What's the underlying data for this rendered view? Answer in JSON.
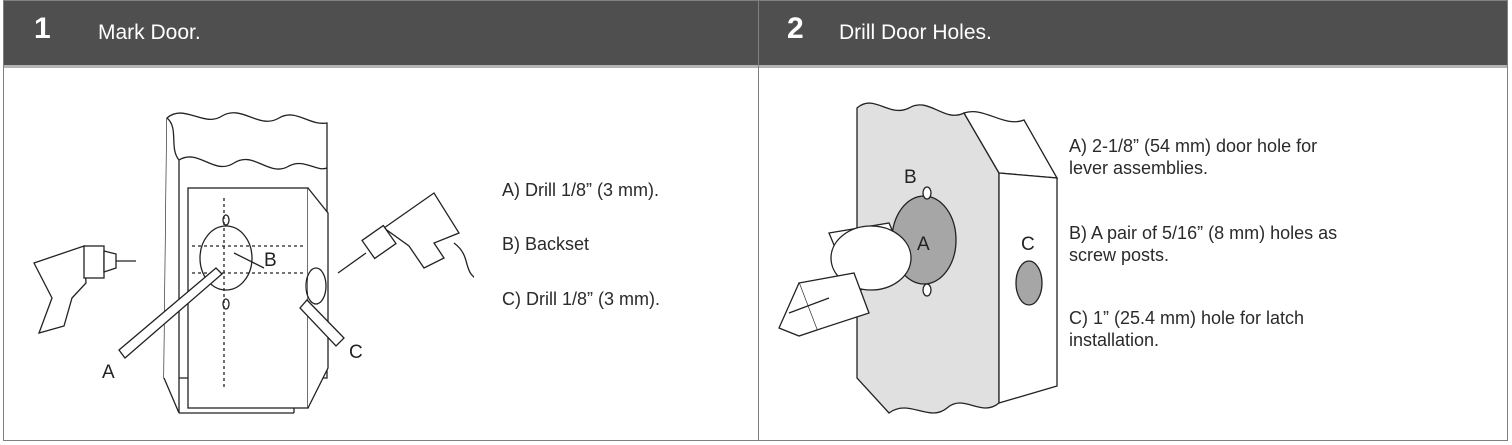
{
  "steps": [
    {
      "number": "1",
      "title": "Mark Door.",
      "illustration_labels": {
        "a": "A",
        "b": "B",
        "c": "C"
      },
      "instructions": [
        "A) Drill 1/8” (3 mm).",
        "B) Backset",
        "C) Drill 1/8” (3 mm)."
      ]
    },
    {
      "number": "2",
      "title": "Drill Door Holes.",
      "illustration_labels": {
        "a": "A",
        "b": "B",
        "c": "C"
      },
      "instructions": [
        {
          "line1": "A) 2-1/8” (54 mm) door hole for",
          "line2": "lever assemblies."
        },
        {
          "line1": "B) A pair of 5/16” (8 mm) holes as",
          "line2": "screw posts."
        },
        {
          "line1": "C) 1” (25.4 mm) hole for latch",
          "line2": "installation."
        }
      ]
    }
  ],
  "colors": {
    "header_bg": "#4f4f4f",
    "header_rule": "#b4b4b4",
    "door_face": "#e0e0e0",
    "hole_fill": "#a6a6a6"
  }
}
